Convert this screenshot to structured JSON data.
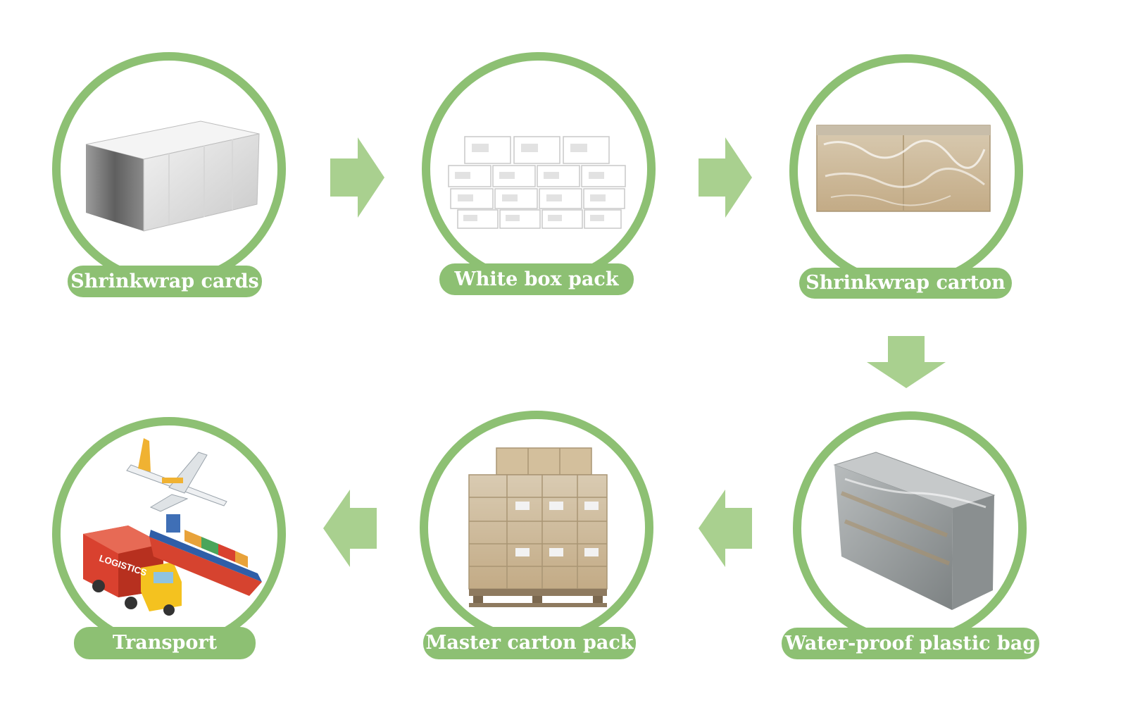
{
  "accent_color": "#8dc073",
  "accent_light": "#a9d08f",
  "steps": [
    {
      "label": "Shrinkwrap cards",
      "icon": "shrinkwrapped-card-stack-icon"
    },
    {
      "label": "White box pack",
      "icon": "white-boxes-stack-icon"
    },
    {
      "label": "Shrinkwrap carton",
      "icon": "shrinkwrapped-carton-icon"
    },
    {
      "label": "Water-proof plastic bag",
      "icon": "plastic-bagged-carton-icon"
    },
    {
      "label": "Master carton pack",
      "icon": "palletized-cartons-icon"
    },
    {
      "label": "Transport",
      "icon": "airplane-truck-ship-icon"
    }
  ],
  "arrows": [
    {
      "from": "Shrinkwrap cards",
      "to": "White box pack",
      "direction": "right"
    },
    {
      "from": "White box pack",
      "to": "Shrinkwrap carton",
      "direction": "right"
    },
    {
      "from": "Shrinkwrap carton",
      "to": "Water-proof plastic bag",
      "direction": "down"
    },
    {
      "from": "Water-proof plastic bag",
      "to": "Master carton pack",
      "direction": "left"
    },
    {
      "from": "Master carton pack",
      "to": "Transport",
      "direction": "left"
    }
  ]
}
